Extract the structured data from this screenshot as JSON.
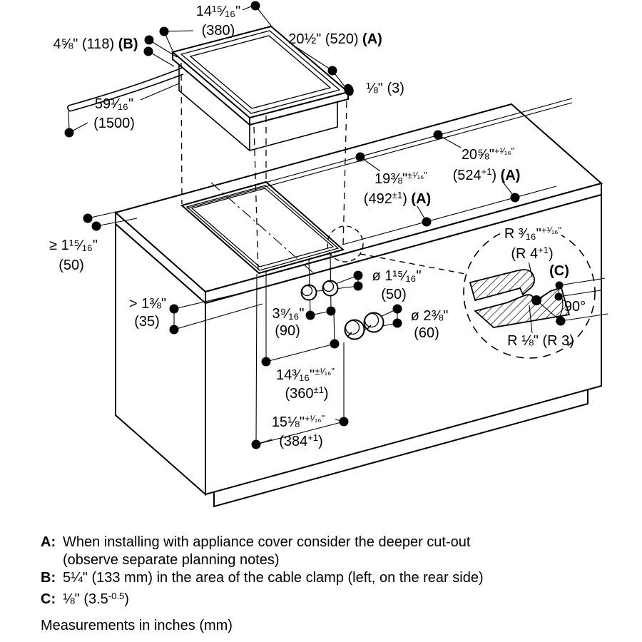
{
  "drawing": {
    "dims": {
      "w380": {
        "line1": "14¹⁵⁄₁₆\"",
        "line2": "(380)"
      },
      "d520": {
        "text": "20½\" (520) ",
        "ref": "(A)"
      },
      "b118": {
        "text": "4⅝\" (118) ",
        "ref": "(B)"
      },
      "t3": {
        "text": "⅛\" (3)"
      },
      "cable1500": {
        "line1": "59¹⁄₁₆\"",
        "line2": "(1500)"
      },
      "c524": {
        "l1main": "20⅝\"",
        "l1sup": "+¹⁄₁₆\"",
        "l2pre": "(524",
        "l2sup": "+1",
        "l2post": ") ",
        "ref": "(A)"
      },
      "c492": {
        "l1main": "19⅜\"",
        "l1sup": "±¹⁄₁₆\"",
        "l2pre": "(492",
        "l2sup": "±1",
        "l2post": ") ",
        "ref": "(A)"
      },
      "rear50": {
        "line1": "≥ 1¹⁵⁄₁₆\"",
        "line2": "(50)"
      },
      "front35": {
        "line1": "> 1⅜\"",
        "line2": "(35)"
      },
      "hole50": {
        "line1": "ø 1¹⁵⁄₁₆\"",
        "line2": "(50)"
      },
      "sp90": {
        "line1": "3⁹⁄₁₆\"",
        "line2": "(90)"
      },
      "knob60": {
        "line1": "ø 2⅜\"",
        "line2": "(60)"
      },
      "v360": {
        "l1main": "14³⁄₁₆\"",
        "l1sup": "±¹⁄₁₆\"",
        "l2pre": "(360",
        "l2sup": "±1",
        "l2post": ")"
      },
      "v384": {
        "l1main": "15⅛\"",
        "l1sup": "+¹⁄₁₆\"",
        "l2pre": "(384",
        "l2sup": "+1",
        "l2post": ")"
      }
    },
    "detail": {
      "r_top": {
        "l1main": "R ³⁄₁₆\"",
        "l1sup": "+¹⁄₁₆\"",
        "l2pre": "(R 4",
        "l2sup": "+1",
        "l2post": ")"
      },
      "c_ref": "(C)",
      "angle": "90°",
      "r_bottom": "R ⅛\" (R 3)"
    }
  },
  "notes": {
    "a_label": "A:",
    "a_line1": "When installing with appliance cover consider the deeper cut-out",
    "a_line2": "(observe separate planning notes)",
    "b_label": "B:",
    "b_text": "5¼\" (133 mm) in the area of the cable clamp (left, on the rear side)",
    "c_label": "C:",
    "c_pre": "⅛\" (3.5",
    "c_sup": "-0.5",
    "c_post": ")"
  },
  "footer": "Measurements in inches (mm)",
  "colors": {
    "line": "#000000",
    "background": "#ffffff"
  }
}
